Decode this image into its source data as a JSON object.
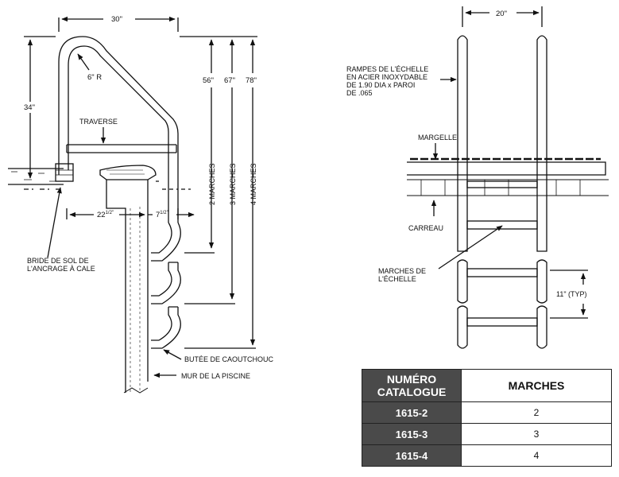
{
  "left_view": {
    "dim_width": "30\"",
    "dim_height_34": "34\"",
    "dim_radius": "6\" R",
    "dim_56": "56\"",
    "dim_67": "67\"",
    "dim_78": "78\"",
    "dim_22": "22",
    "dim_22_sup": "1/2\"",
    "dim_7": "7",
    "dim_7_sup": "1/2\"",
    "label_traverse": "TRAVERSE",
    "label_2_marches": "2 MARCHES",
    "label_3_marches": "3 MARCHES",
    "label_4_marches": "4 MARCHES",
    "label_bride_1": "BRIDE DE SOL DE",
    "label_bride_2": "L'ANCRAGE À CALE",
    "label_butee": "BUTÉE DE CAOUTCHOUC",
    "label_mur": "MUR DE LA PISCINE"
  },
  "right_view": {
    "dim_width": "20\"",
    "label_rampes_1": "RAMPES DE L'ÉCHELLE",
    "label_rampes_2": "EN ACIER INOXYDABLE",
    "label_rampes_3": "DE 1.90 DIA x PAROI",
    "label_rampes_4": "DE .065",
    "label_margelle": "MARGELLE",
    "label_carreau": "CARREAU",
    "label_marches_1": "MARCHES DE",
    "label_marches_2": "L'ÉCHELLE",
    "dim_spacing": "11\" (TYP)"
  },
  "table": {
    "header_catalog_1": "NUMÉRO",
    "header_catalog_2": "CATALOGUE",
    "header_steps": "MARCHES",
    "rows": [
      {
        "catalog": "1615-2",
        "steps": "2"
      },
      {
        "catalog": "1615-3",
        "steps": "3"
      },
      {
        "catalog": "1615-4",
        "steps": "4"
      }
    ]
  }
}
